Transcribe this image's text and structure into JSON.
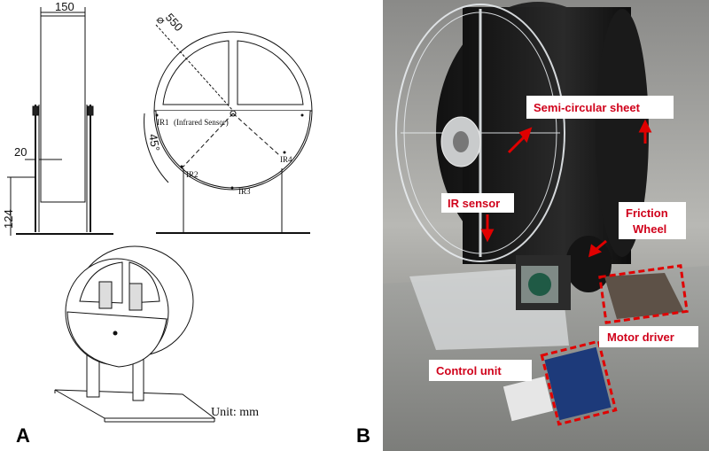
{
  "panel_a": {
    "letter": "A",
    "dims": {
      "width": "150",
      "diameter": "550",
      "thickness": "20",
      "height": "124",
      "angle": "45°"
    },
    "sensors": {
      "ir1": "IR1",
      "ir1_note": "(Infrared Sensor)",
      "ir2": "IR2",
      "ir3": "IR3",
      "ir4": "IR4"
    },
    "unit": "Unit: mm"
  },
  "panel_b": {
    "letter": "B",
    "callouts": {
      "sheet": "Semi-circular sheet",
      "ir_sensor": "IR sensor",
      "friction_1": "Friction",
      "friction_2": "Wheel",
      "motor_driver": "Motor driver",
      "control_unit": "Control unit"
    },
    "colors": {
      "callout_text": "#d0021b",
      "arrow": "#e00000",
      "dashed_box": "#e00000"
    }
  }
}
